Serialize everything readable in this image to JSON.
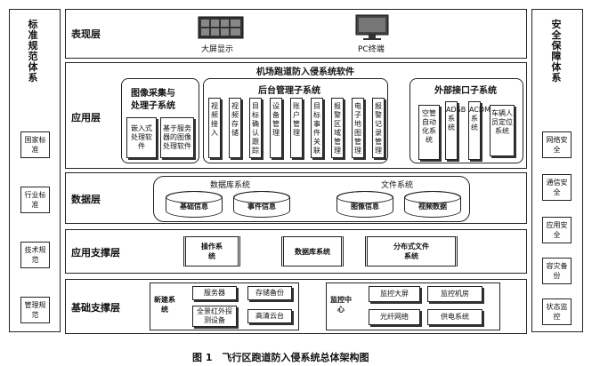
{
  "left": {
    "title": "标准规范体系",
    "items": [
      "国家标准",
      "行业标准",
      "技术规范",
      "管理规范"
    ]
  },
  "right": {
    "title": "安全保障体系",
    "items": [
      "网络安全",
      "通信安全",
      "应用安全",
      "容灾备份",
      "状态监控"
    ]
  },
  "presentation": {
    "label": "表现层",
    "big_screen": "大屏显示",
    "pc": "PC终端"
  },
  "application": {
    "label": "应用层",
    "software_title": "机场跑道防入侵系统软件",
    "image_sub": {
      "title_l1": "图像采集与",
      "title_l2": "处理子系统",
      "items": [
        "嵌入式处理软件",
        "基于服务器的图像处理软件"
      ]
    },
    "backend_sub": {
      "title": "后台管理子系统",
      "items": [
        "视频接入",
        "视频存储",
        "目标确认跟踪",
        "设备管理",
        "账户管理",
        "目标事件关联",
        "报警区域管理",
        "电子地图管理",
        "报警记录管理"
      ]
    },
    "external_sub": {
      "title": "外部接口子系统",
      "items": [
        "空管自动化系统",
        "ADSB系统",
        "ACDM系统",
        "车辆人员定位系统"
      ]
    }
  },
  "data_layer": {
    "label": "数据层",
    "db_system": "数据库系统",
    "file_system": "文件系统",
    "stores": [
      "基础信息",
      "事件信息",
      "图像信息",
      "视频数据"
    ]
  },
  "support": {
    "label": "应用支撑层",
    "items": [
      "操作系统",
      "数据库系统",
      "分布式文件系统"
    ]
  },
  "foundation": {
    "label": "基础支撑层",
    "new_system": "新建系统",
    "new_items": [
      "服务器",
      "存储备份",
      "全景红外探测设备",
      "高清云台"
    ],
    "monitor_center": "监控中心",
    "monitor_items": [
      "监控大屏",
      "监控机房",
      "光纤网络",
      "供电系统"
    ]
  },
  "caption": "图 1　飞行区跑道防入侵系统总体架构图"
}
